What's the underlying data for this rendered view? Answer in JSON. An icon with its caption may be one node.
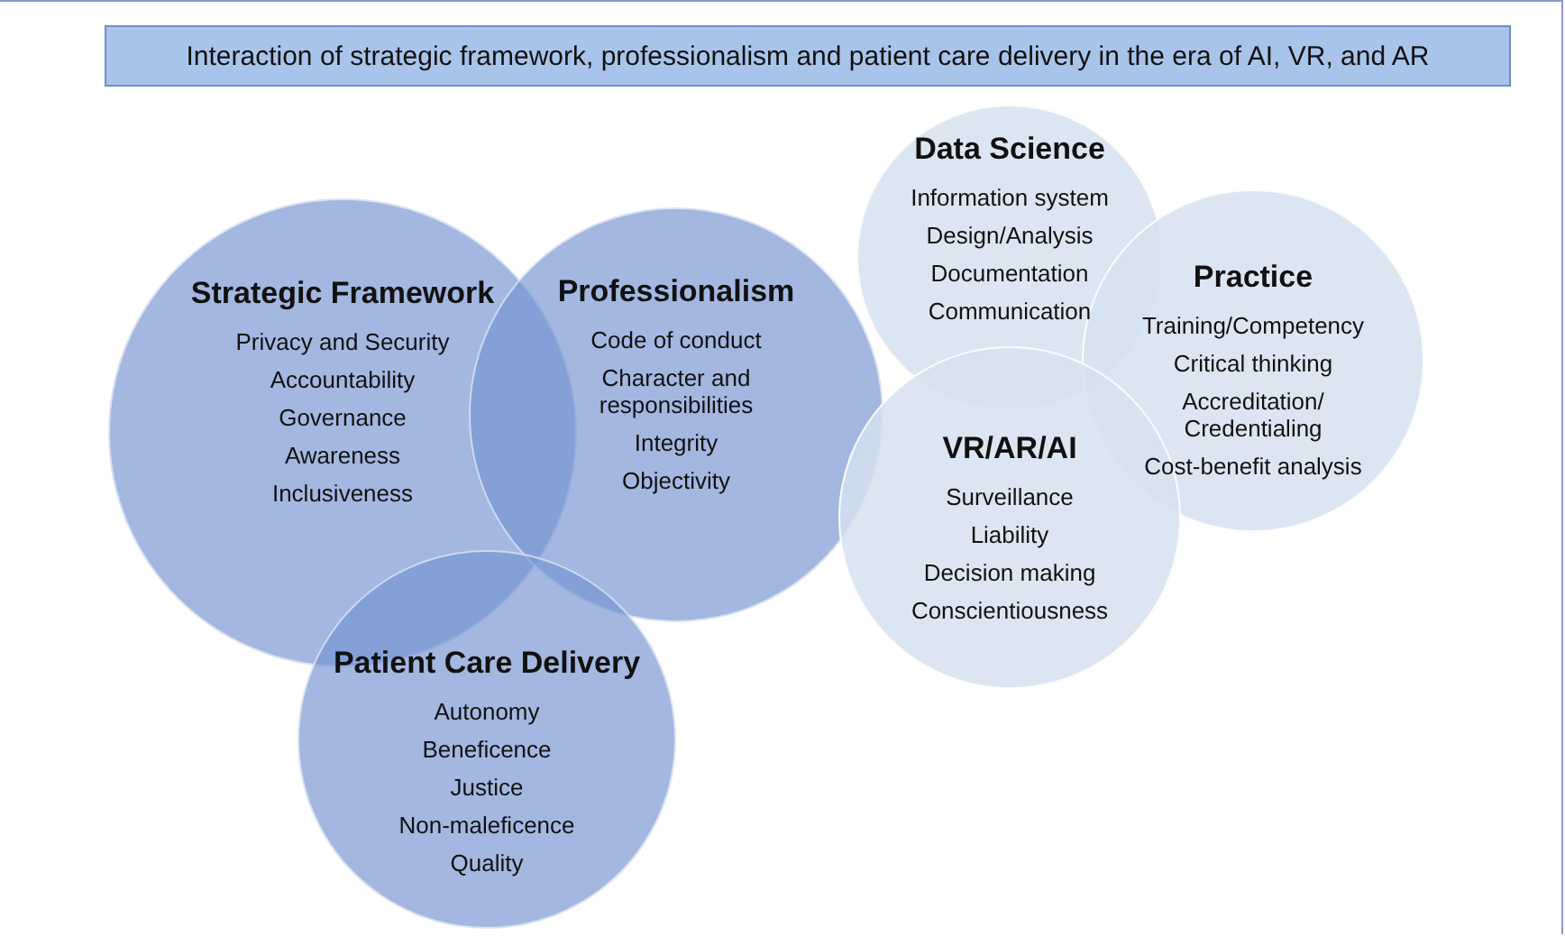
{
  "diagram": {
    "title": "Interaction of strategic framework, professionalism and patient care delivery in the era of AI, VR, and AR",
    "nodes": [
      {
        "text": [
          "Strategic Framework",
          "Privacy and Security",
          "Accountability",
          "Governance",
          "Awareness",
          "Inclusiveness"
        ]
      },
      {
        "text": [
          "Professionalism",
          "Code of conduct",
          "Character and responsibilities",
          "Integrity",
          "Objectivity"
        ]
      },
      {
        "text": [
          "Patient Care Delivery",
          "Autonomy",
          "Beneficence",
          "Justice",
          "Non-maleficence",
          "Quality"
        ]
      },
      {
        "text": [
          "Data Science",
          "Information system",
          "Design/Analysis",
          "Documentation",
          "Communication"
        ]
      },
      {
        "text": [
          "Practice",
          "Training/Competency",
          "Critical thinking",
          "Accreditation/ Credentialing",
          "Cost-benefit analysis"
        ]
      },
      {
        "text": [
          "VR/AR/AI",
          "Surveillance",
          "Liability",
          "Decision making",
          "Conscientiousness"
        ]
      }
    ]
  }
}
